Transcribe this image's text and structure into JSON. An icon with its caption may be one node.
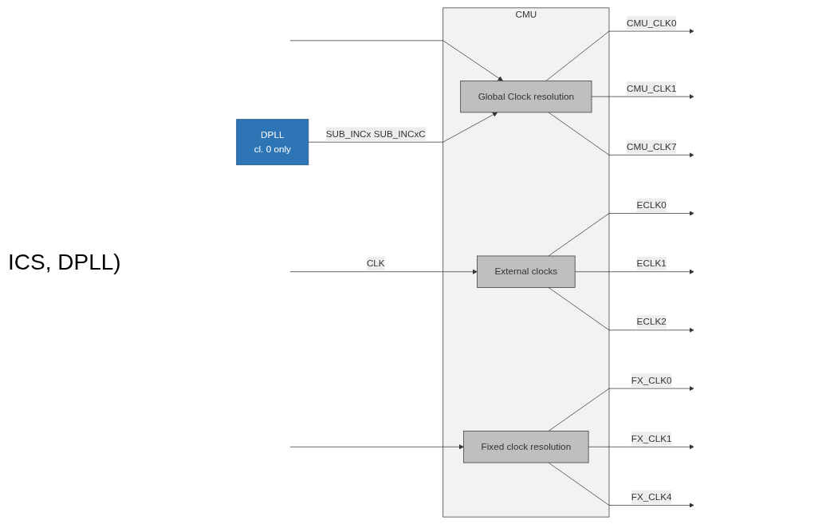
{
  "diagram": {
    "nodes": [
      {
        "text": [
          "CMU"
        ]
      },
      {
        "text": [
          "External clocks"
        ],
        "in": 0
      },
      {
        "text": [
          "Global Clock resolution"
        ],
        "in": 0
      },
      {
        "text": [
          "Fixed clock resolution"
        ],
        "in": 0
      },
      {
        "text": [
          "DPLL",
          "cl. 0 only"
        ]
      }
    ],
    "edges": [
      {
        "from": null,
        "to": 1,
        "arrow": "to",
        "label": "CLK"
      },
      {
        "from": null,
        "to": 2,
        "arrow": "to"
      },
      {
        "from": null,
        "to": 3,
        "arrow": "to"
      },
      {
        "from": 4,
        "to": 2,
        "arrow": "to",
        "label": "SUB_INCx SUB_INCxC"
      },
      {
        "from": 1,
        "to": null,
        "arrow": "to",
        "label": "ECLK0"
      },
      {
        "from": 1,
        "to": null,
        "arrow": "to",
        "label": "ECLK1"
      },
      {
        "from": 1,
        "to": null,
        "arrow": "to",
        "label": "ECLK2"
      },
      {
        "from": 2,
        "to": null,
        "arrow": "to",
        "label": "CMU_CLK0"
      },
      {
        "from": 2,
        "to": null,
        "arrow": "to",
        "label": "CMU_CLK1"
      },
      {
        "from": 2,
        "to": null,
        "arrow": "to",
        "label": "CMU_CLK7"
      },
      {
        "from": 3,
        "to": null,
        "arrow": "to",
        "label": "FX_CLK0"
      },
      {
        "from": 3,
        "to": null,
        "arrow": "to",
        "label": "FX_CLK1"
      },
      {
        "from": 3,
        "to": null,
        "arrow": "to",
        "label": "FX_CLK4"
      }
    ],
    "labels": [
      "ICS, DPLL)"
    ]
  }
}
